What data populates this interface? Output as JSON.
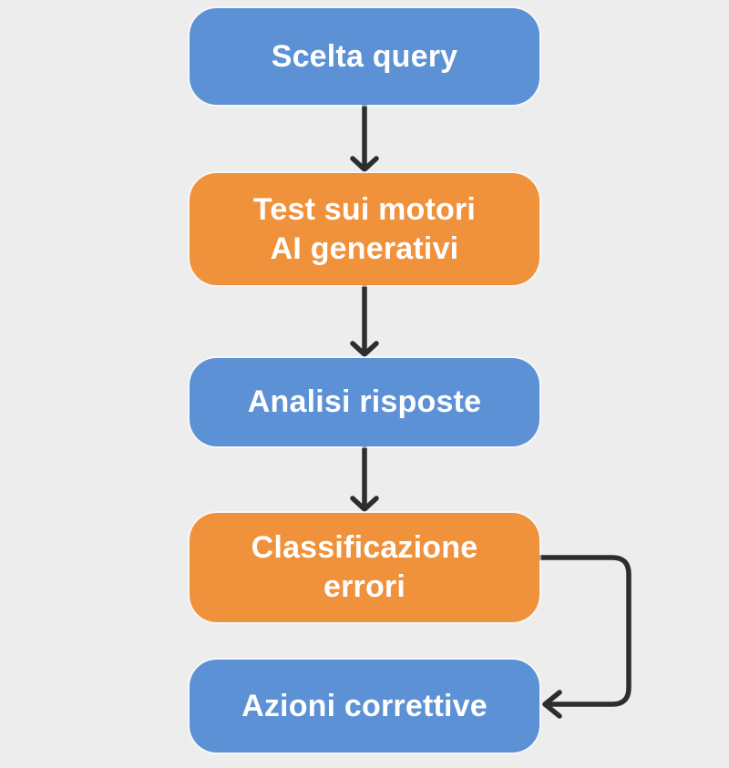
{
  "canvas": {
    "background_color": "#ededee",
    "arrow_color": "#2b2d2e",
    "node_text_color": "#ffffff"
  },
  "flowchart": {
    "nodes": [
      {
        "id": "scelta-query",
        "label": "Scelta query",
        "fill": "#5c91d5"
      },
      {
        "id": "test-motori-ai",
        "label": "Test sui motori\nAI generativi",
        "fill": "#f0913c"
      },
      {
        "id": "analisi-risposte",
        "label": "Analisi risposte",
        "fill": "#5c91d5"
      },
      {
        "id": "classificazione-errori",
        "label": "Classificazione\nerrori",
        "fill": "#f0913c"
      },
      {
        "id": "azioni-correttive",
        "label": "Azioni correttive",
        "fill": "#5c91d5"
      }
    ],
    "edges": [
      {
        "from": "scelta-query",
        "to": "test-motori-ai",
        "type": "straight-down"
      },
      {
        "from": "test-motori-ai",
        "to": "analisi-risposte",
        "type": "straight-down"
      },
      {
        "from": "analisi-risposte",
        "to": "classificazione-errori",
        "type": "straight-down"
      },
      {
        "from": "classificazione-errori",
        "to": "azioni-correttive",
        "type": "right-side-loop"
      }
    ]
  }
}
